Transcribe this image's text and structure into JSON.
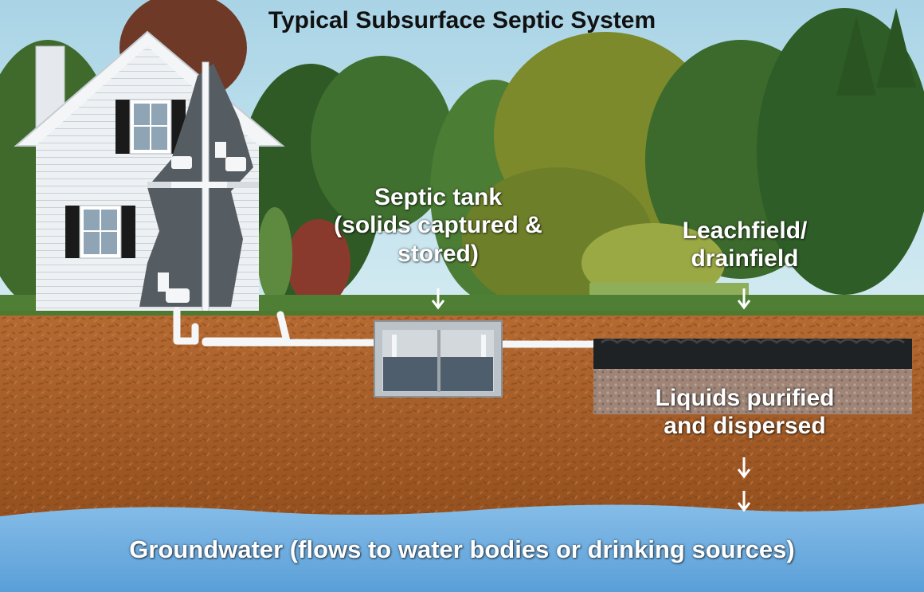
{
  "title": "Typical Subsurface Septic System",
  "labels": {
    "septic_tank": [
      "Septic tank",
      "(solids captured &",
      "stored)"
    ],
    "leachfield": [
      "Leachfield/",
      "drainfield"
    ],
    "liquids": [
      "Liquids purified",
      "and dispersed"
    ],
    "groundwater": "Groundwater (flows to water bodies or drinking sources)"
  },
  "colors": {
    "sky": "#b9dde9",
    "soil": "#a85e2b",
    "groundwater": "#6faee0",
    "house": "#eef1f4",
    "tank": "#c9cfd4",
    "pipe": "#ffffff",
    "label_text": "#ffffff"
  }
}
